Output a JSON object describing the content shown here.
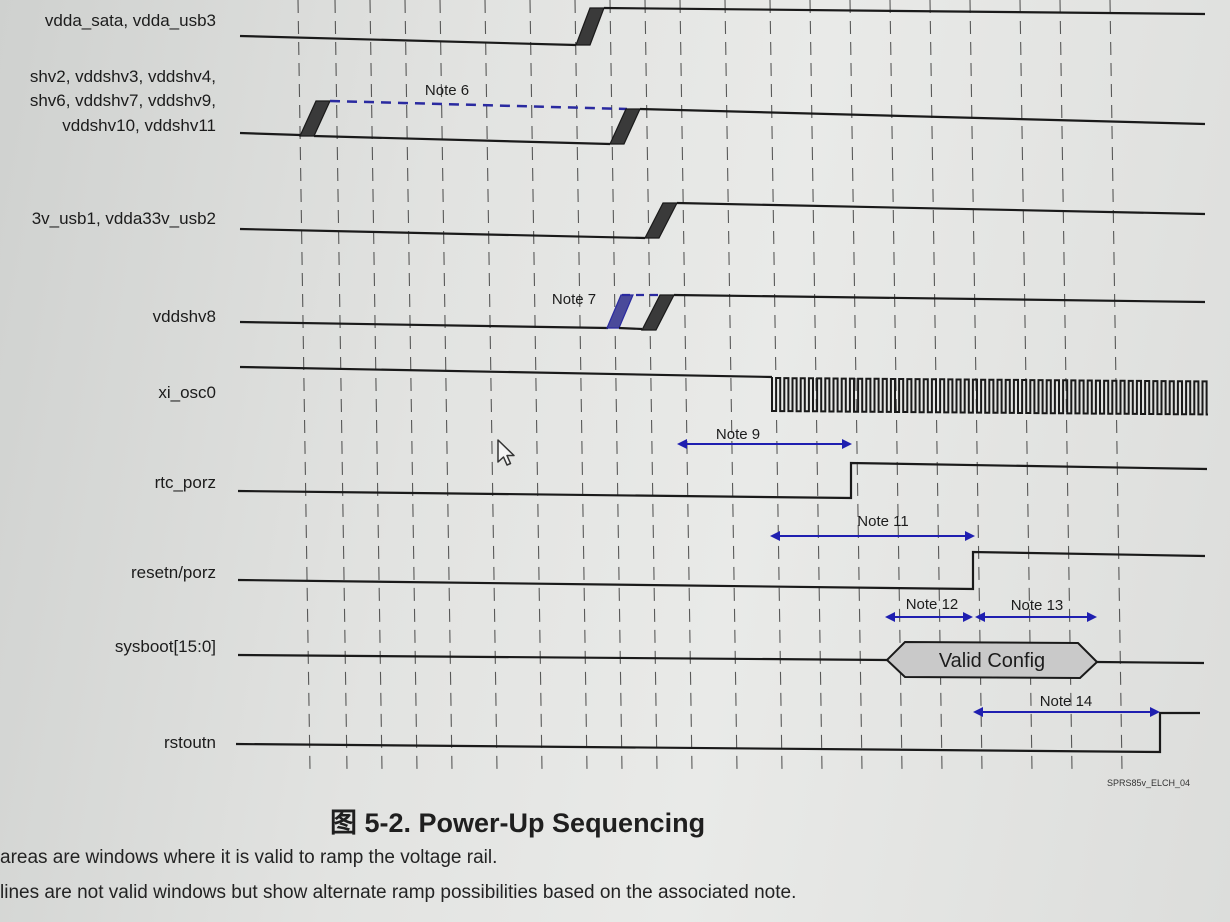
{
  "figure": {
    "title": "图 5-2. Power-Up Sequencing",
    "code": "SPRS85v_ELCH_04",
    "caption_lines": [
      "areas are windows where it is valid to ramp the voltage rail.",
      "lines are not valid windows but show alternate ramp possibilities based on the associated note."
    ]
  },
  "signals": [
    {
      "id": "vdda-sata",
      "lines": [
        "vdda_sata, vdda_usb3"
      ]
    },
    {
      "id": "vddshv",
      "lines": [
        "shv2, vddshv3, vddshv4,",
        "shv6, vddshv7, vddshv9,",
        "vddshv10, vddshv11"
      ]
    },
    {
      "id": "vdda33v",
      "lines": [
        "3v_usb1, vdda33v_usb2"
      ]
    },
    {
      "id": "vddshv8",
      "lines": [
        "vddshv8"
      ]
    },
    {
      "id": "xi-osc0",
      "lines": [
        "xi_osc0"
      ]
    },
    {
      "id": "rtc-porz",
      "lines": [
        "rtc_porz"
      ]
    },
    {
      "id": "resetn",
      "lines": [
        "resetn/porz"
      ]
    },
    {
      "id": "sysboot",
      "lines": [
        "sysboot[15:0]"
      ]
    },
    {
      "id": "rstoutn",
      "lines": [
        "rstoutn"
      ]
    }
  ],
  "notes": [
    {
      "id": "note-6",
      "label": "Note 6"
    },
    {
      "id": "note-7",
      "label": "Note 7"
    },
    {
      "id": "note-9",
      "label": "Note 9"
    },
    {
      "id": "note-11",
      "label": "Note 11"
    },
    {
      "id": "note-12",
      "label": "Note 12"
    },
    {
      "id": "note-13",
      "label": "Note 13"
    },
    {
      "id": "note-14",
      "label": "Note 14"
    }
  ],
  "sysboot_box_label": "Valid Config",
  "colors": {
    "line": "#1a1a1a",
    "ramp_fill": "#3a3a3a",
    "arrow": "#1f1fb0",
    "dashed_ramp": "#2a2aa0",
    "grid": "#2a2a2a",
    "box_fill": "#c9c9c9"
  },
  "icons": {
    "cursor": "mouse-pointer-icon"
  }
}
